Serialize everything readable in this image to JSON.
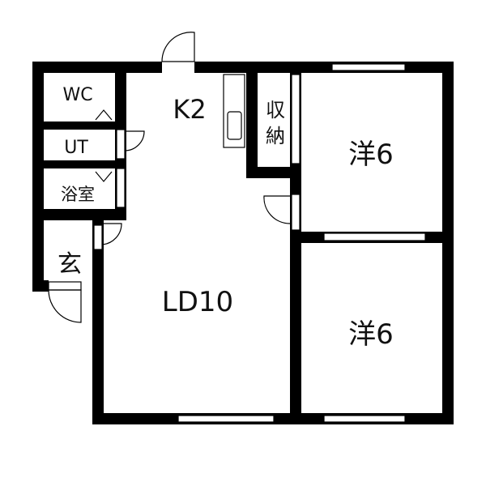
{
  "rooms": {
    "wc": "WC",
    "kitchen": "K2",
    "storage": "収\n納",
    "storage_line1": "収",
    "storage_line2": "納",
    "western_1": "洋6",
    "utility": "UT",
    "bath": "浴室",
    "entrance": "玄",
    "living_dining": "LD10",
    "western_2": "洋6"
  },
  "colors": {
    "wall": "#000000",
    "background": "#ffffff",
    "text": "#111111"
  }
}
